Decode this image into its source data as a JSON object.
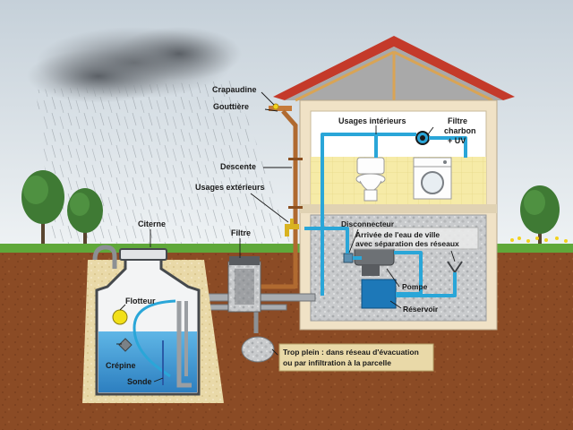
{
  "labels": {
    "crapaudine": "Crapaudine",
    "gouttiere": "Gouttière",
    "descente": "Descente",
    "usages_exterieurs": "Usages extérieurs",
    "citerne": "Citerne",
    "filtre": "Filtre",
    "flotteur": "Flotteur",
    "crepine": "Crépine",
    "sonde": "Sonde",
    "usages_interieurs": "Usages intérieurs",
    "filtre_charbon_1": "Filtre",
    "filtre_charbon_2": "charbon",
    "filtre_charbon_3": "+ UV",
    "disconnecteur": "Disconnecteur",
    "arrivee_1": "Arrivée de l'eau de ville",
    "arrivee_2": "avec séparation des réseaux",
    "pompe": "Pompe",
    "reservoir": "Réservoir",
    "trop_plein_1": "Trop plein : dans réseau d'évacuation",
    "trop_plein_2": "ou par infiltration à la parcelle"
  },
  "colors": {
    "sky_top": "#c9d3db",
    "sky_bottom": "#eef2f4",
    "grass": "#5fa83a",
    "soil": "#8a4a24",
    "roof": "#c43a2a",
    "wall": "#f0e2c6",
    "water_pipe": "#2aa6d8",
    "water": "#3b9ad6",
    "gravel": "#c7c9cc"
  }
}
